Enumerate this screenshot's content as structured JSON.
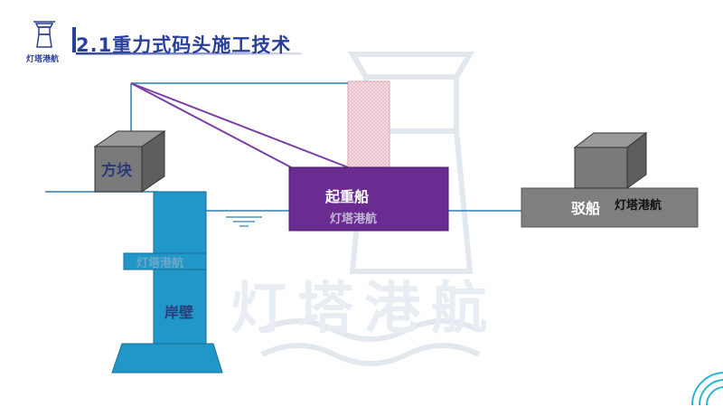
{
  "header": {
    "title": "2.1重力式码头施工技术"
  },
  "logo": {
    "text": "灯塔港航"
  },
  "watermark": {
    "text": "灯塔港航"
  },
  "diagram": {
    "block_label": "方块",
    "crane_ship_label": "起重船",
    "crane_ship_watermark": "灯塔港航",
    "barge_label": "驳船",
    "barge_watermark": "灯塔港航",
    "wall_watermark": "灯塔港航",
    "wall_label": "岸壁"
  },
  "colors": {
    "title": "#2a3f9a",
    "crane_ship": "#6a2c91",
    "wall": "#2196c8",
    "barge": "#7f7f7f",
    "block": "#7a7a7a",
    "rigging": "#7a3fa6",
    "hoist_line": "#2f7fb0"
  }
}
